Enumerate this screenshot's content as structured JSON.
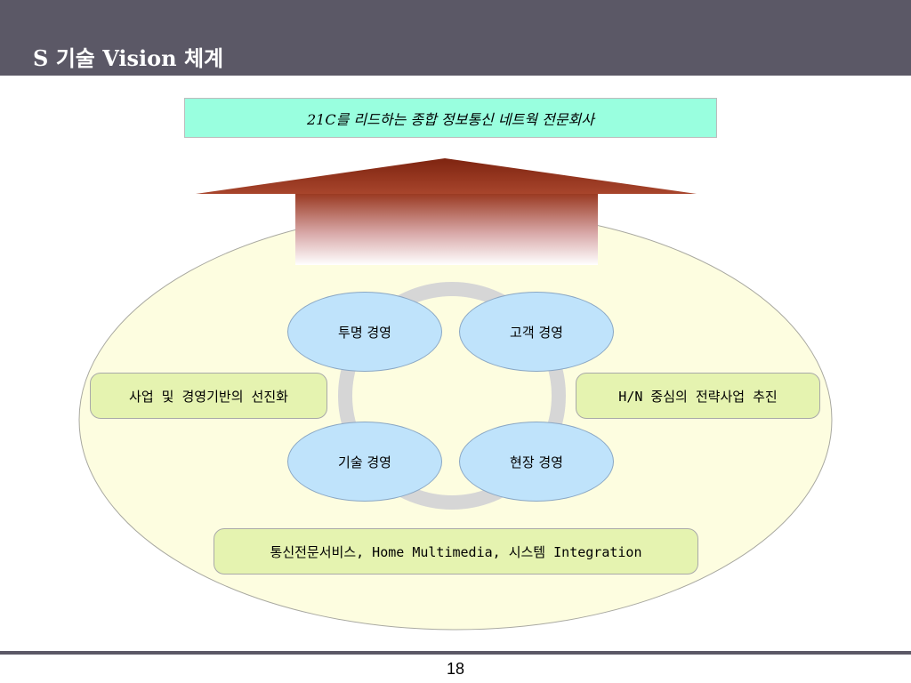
{
  "header": {
    "title": "S 기술 Vision 체계"
  },
  "vision": {
    "text": "21C를 리드하는 종합 정보통신 네트웍 전문회사"
  },
  "management": {
    "top_left": "투명 경영",
    "top_right": "고객 경영",
    "bottom_left": "기술 경영",
    "bottom_right": "현장 경영"
  },
  "strategies": {
    "left": "사업 및 경영기반의 선진화",
    "right": "H/N 중심의 전략사업 추진",
    "bottom": "통신전문서비스, Home Multimedia, 시스템 Integration"
  },
  "footer": {
    "page_number": "18"
  },
  "colors": {
    "header_bg": "#5b5866",
    "vision_bg": "#99ffdf",
    "ellipse_fill": "#fdfde0",
    "oval_fill": "#bfe3fb",
    "pill_fill": "#e5f3b0",
    "arrow_dark": "#8b2a12"
  }
}
